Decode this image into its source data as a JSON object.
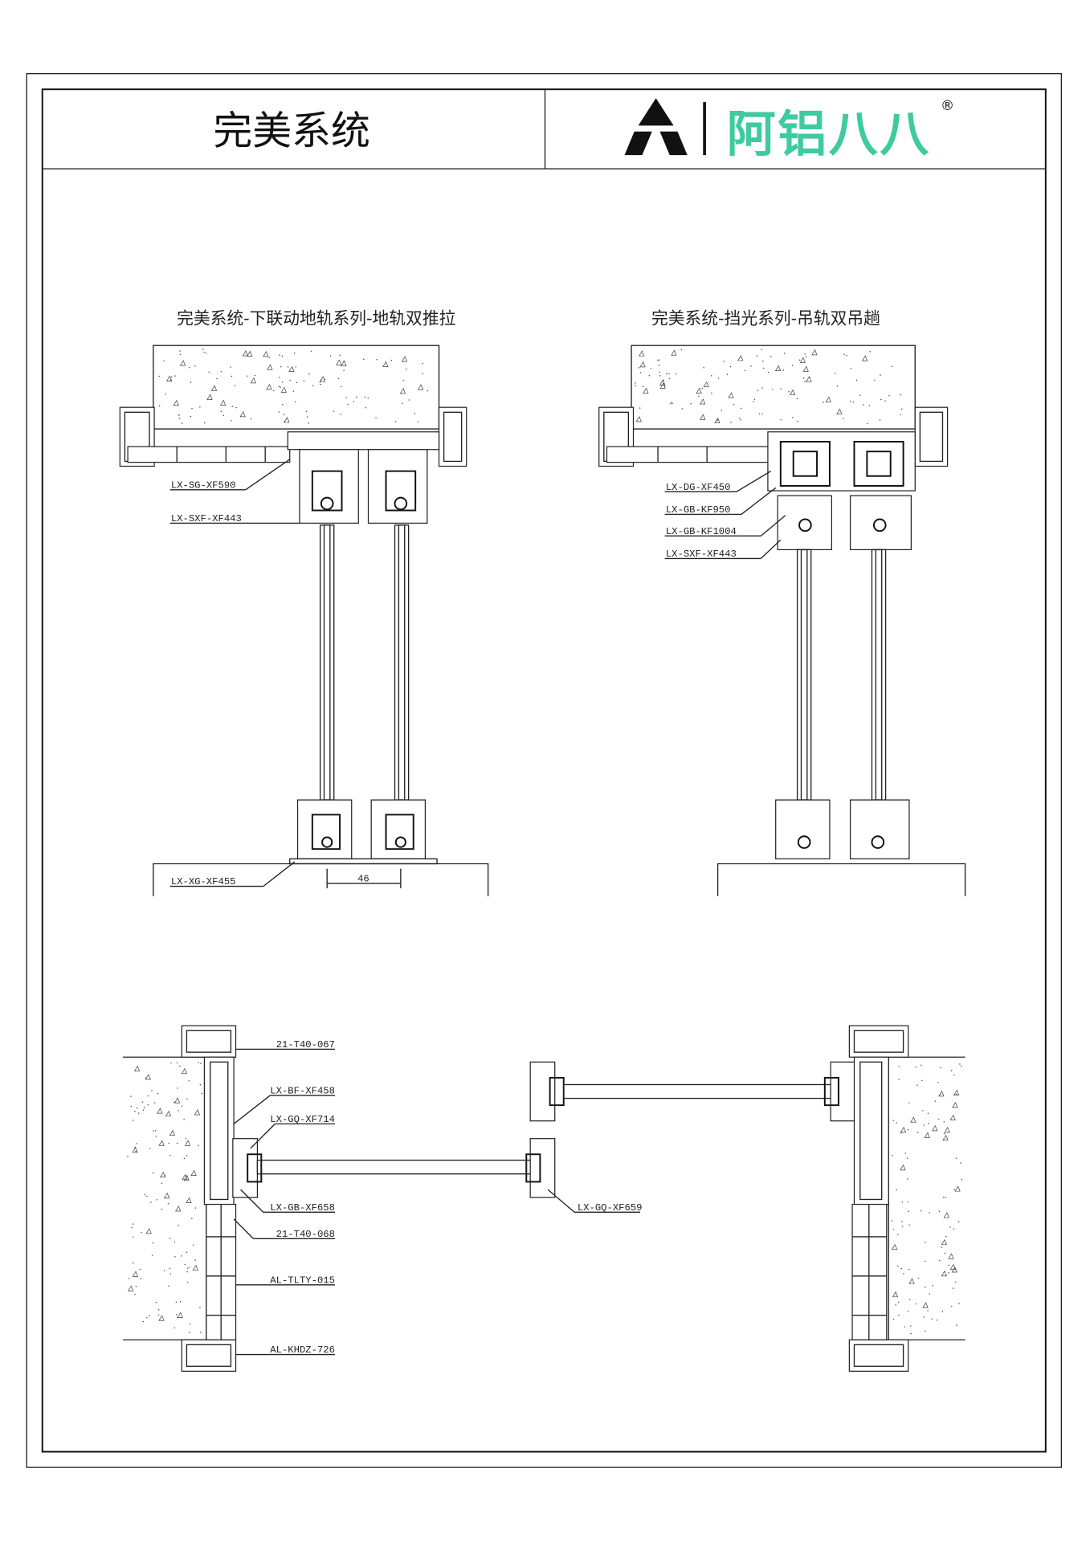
{
  "header": {
    "title": "完美系统",
    "logo_text": "阿铝八八",
    "logo_mark": "®",
    "brand_color": "#3fcaa0"
  },
  "section1": {
    "title": "完美系统-下联动地轨系列-地轨双推拉",
    "labels": [
      "LX-SG-XF590",
      "LX-SXF-XF443",
      "LX-XG-XF455"
    ],
    "dimension": "46"
  },
  "section2": {
    "title": "完美系统-挡光系列-吊轨双吊趟",
    "labels": [
      "LX-DG-XF450",
      "LX-GB-KF950",
      "LX-GB-KF1004",
      "LX-SXF-XF443"
    ]
  },
  "section3": {
    "labels": [
      "21-T40-067",
      "LX-BF-XF458",
      "LX-GQ-XF714",
      "LX-GB-XF658",
      "21-T40-068",
      "AL-TLTY-015",
      "AL-KHDZ-726",
      "LX-GQ-XF659"
    ]
  }
}
